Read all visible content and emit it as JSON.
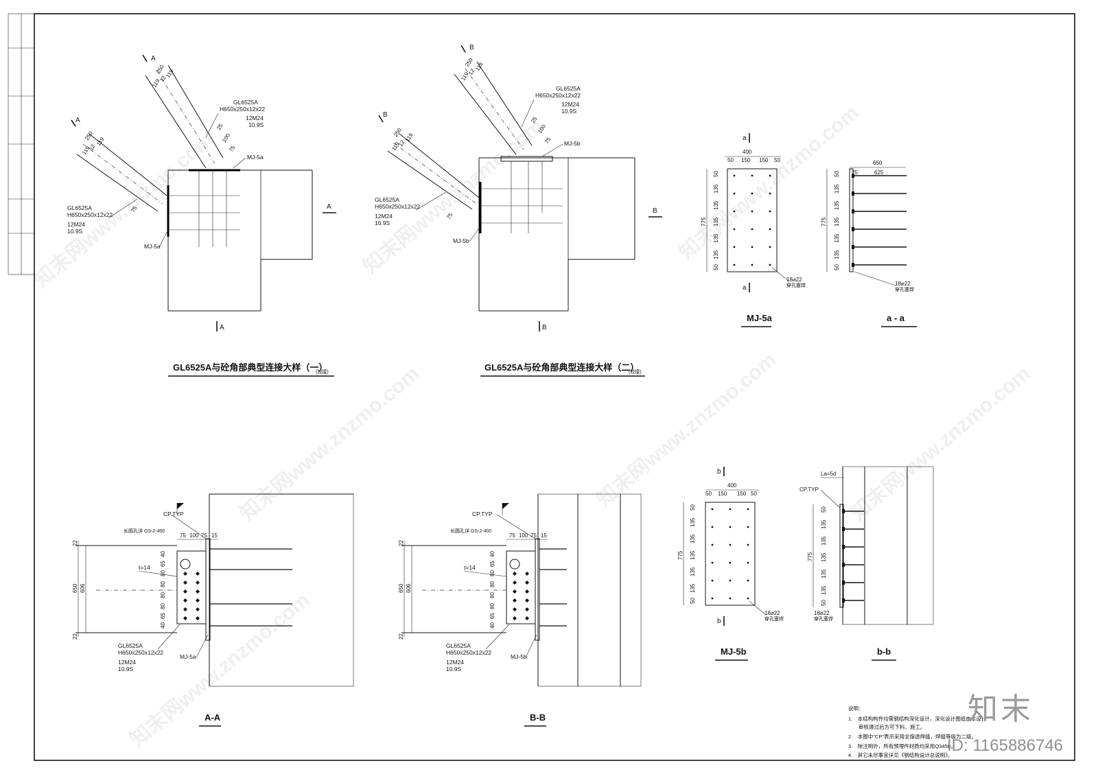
{
  "detail1": {
    "title": "GL6525A与砼角部典型连接大样（一）",
    "title_suffix": "(铰接)",
    "cut_a": "A",
    "dims_upper": [
      "250",
      "119",
      "12",
      "119"
    ],
    "dims_lower": [
      "250",
      "119",
      "12",
      "119"
    ],
    "dims_side": [
      "25",
      "100",
      "75",
      "75"
    ],
    "beam_label": "GL6525A",
    "beam_section": "H650x250x12x22",
    "bolts": "12M24",
    "bolt_grade": "10.9S",
    "plate_top": "MJ-5a",
    "plate_side": "MJ-5a"
  },
  "detail2": {
    "title": "GL6525A与砼角部典型连接大样（二）",
    "title_suffix": "(铰接)",
    "cut_b": "B",
    "dims_upper": [
      "250",
      "119",
      "12",
      "119"
    ],
    "dims_lower": [
      "250",
      "119",
      "12",
      "119"
    ],
    "dims_side": [
      "25",
      "100",
      "75",
      "75"
    ],
    "beam_label": "GL6525A",
    "beam_section": "H650x250x12x22",
    "bolts": "12M24",
    "bolt_grade": "10.9S",
    "plate_top": "MJ-5b",
    "plate_side": "MJ-5b"
  },
  "mj5a": {
    "title": "MJ-5a",
    "cut": "a",
    "width": "400",
    "width_parts": [
      "50",
      "150",
      "150",
      "50"
    ],
    "height": "775",
    "height_parts": [
      "50",
      "135",
      "135",
      "135",
      "135",
      "135",
      "50"
    ],
    "holes": "18⌀22",
    "holes_note": "穿孔塞焊"
  },
  "section_aa": {
    "title": "a - a",
    "width": "650",
    "inner": "625",
    "plate_t": "25",
    "height": "775",
    "height_parts": [
      "50",
      "135",
      "135",
      "135",
      "135",
      "135",
      "50"
    ],
    "holes": "18⌀22",
    "holes_note": "穿孔塞焊"
  },
  "mj5b": {
    "title": "MJ-5b",
    "cut": "b",
    "width": "400",
    "width_parts": [
      "50",
      "150",
      "150",
      "50"
    ],
    "height": "775",
    "height_parts": [
      "50",
      "135",
      "135",
      "135",
      "135",
      "135",
      "50"
    ],
    "holes": "18⌀22",
    "holes_note": "穿孔塞焊"
  },
  "section_bb": {
    "title": "b-b",
    "anchor": "La=5d",
    "cp": "CP.TYP",
    "height": "775",
    "height_parts": [
      "50",
      "135",
      "135",
      "135",
      "135",
      "135",
      "50"
    ],
    "holes": "18⌀22",
    "holes_note": "穿孔塞焊"
  },
  "section_AA": {
    "title": "A-A",
    "cp": "CP.TYP",
    "hole_note": "长圆孔详 GS-2-400",
    "t_label": "t=14",
    "top_dims": [
      "75",
      "100",
      "75",
      "15"
    ],
    "total_h": "650",
    "inner_h": "606",
    "edge_dims": [
      "22",
      "22"
    ],
    "rows": [
      "40",
      "65",
      "80",
      "80",
      "80",
      "80",
      "65",
      "40"
    ],
    "beam_label": "GL6525A",
    "beam_section": "H650x250x12x22",
    "bolts": "12M24",
    "bolt_grade": "10.9S",
    "plate": "MJ-5a"
  },
  "section_BB": {
    "title": "B-B",
    "cp": "CP.TYP",
    "hole_note": "长圆孔详 GS-2-400",
    "t_label": "t=14",
    "top_dims": [
      "75",
      "100",
      "75",
      "15"
    ],
    "total_h": "650",
    "inner_h": "606",
    "edge_dims": [
      "22",
      "22"
    ],
    "rows": [
      "40",
      "65",
      "80",
      "80",
      "80",
      "80",
      "65",
      "40"
    ],
    "beam_label": "GL6525A",
    "beam_section": "H650x250x12x22",
    "bolts": "12M24",
    "bolt_grade": "10.9S",
    "plate": "MJ-5b"
  },
  "notes": {
    "heading": "说明：",
    "items": [
      "1.　本结构构件均需钢结构深化设计，深化设计图纸由本设计",
      "　　审核通过后方可下料、施工。",
      "2.　本图中\"CP\"表示采用全熔透焊缝，焊缝等级为二级。",
      "3.　除注明外，所有预埋件材质均采用Q345B。",
      "4.　其它未尽事宜详见《钢结构设计总说明》。"
    ]
  },
  "brand": {
    "logo_text": "知末",
    "id_text": "ID: 1165886746",
    "watermark": "知末网www.znzmo.com"
  },
  "colors": {
    "line": "#111111",
    "paper": "#ffffff",
    "watermark": "#8f8f8f"
  }
}
